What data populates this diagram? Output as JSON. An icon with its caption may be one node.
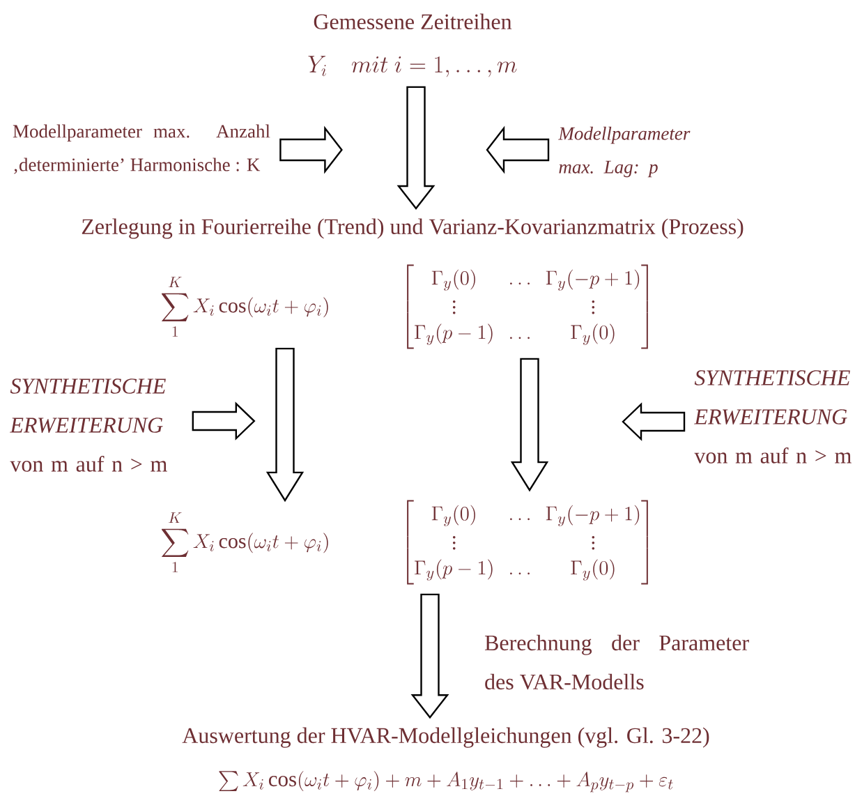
{
  "diagram": {
    "nodes": [
      {
        "text": [
          "Gemessene Zeitreihen",
          "Y_i \\quad mit\\ i = 1,\\ldots,m"
        ]
      },
      {
        "text": [
          "Modellparameter max. Anzahl ‚determinierte’ Harmonische : K"
        ]
      },
      {
        "text": [
          "Modellparameter max. Lag: p"
        ]
      },
      {
        "text": [
          "Zerlegung in Fourierreihe (Trend) und Varianz-Kovarianzmatrix (Prozess)"
        ]
      },
      {
        "text": [
          "\\sum_{1}^{K} X_i \\cos(\\omega_i t + \\varphi_i)"
        ]
      },
      {
        "text": [
          "\\begin{bmatrix} \\Gamma_y(0) & \\ldots & \\Gamma_y(-p+1) \\\\ \\vdots & & \\vdots \\\\ \\Gamma_y(p-1) & \\ldots & \\Gamma_y(0) \\end{bmatrix}"
        ]
      },
      {
        "text": [
          "SYNTHETISCHE ERWEITERUNG",
          "von m auf n > m"
        ]
      },
      {
        "text": [
          "SYNTHETISCHE ERWEITERUNG",
          "von m auf n > m"
        ]
      },
      {
        "text": [
          "\\sum_{1}^{K} X_i \\cos(\\omega_i t + \\varphi_i)"
        ]
      },
      {
        "text": [
          "\\begin{bmatrix} \\Gamma_y(0) & \\ldots & \\Gamma_y(-p+1) \\\\ \\vdots & & \\vdots \\\\ \\Gamma_y(p-1) & \\ldots & \\Gamma_y(0) \\end{bmatrix}"
        ]
      },
      {
        "text": [
          "Auswertung der HVAR-Modellgleichungen (vgl. Gl. 3-22)",
          "\\sum X_i \\cos(\\omega_i t + \\varphi_i) + m + A_1 y_{t-1} + \\ldots + A_p y_{t-p} + \\varepsilon_t"
        ]
      }
    ],
    "edges": [
      {
        "from": 0,
        "to": 3,
        "arrow": "to"
      },
      {
        "from": 1,
        "to": null,
        "arrow": "to"
      },
      {
        "from": 2,
        "to": null,
        "arrow": "to"
      },
      {
        "from": 4,
        "to": 8,
        "arrow": "to"
      },
      {
        "from": 6,
        "to": null,
        "arrow": "to"
      },
      {
        "from": 5,
        "to": 9,
        "arrow": "to"
      },
      {
        "from": 7,
        "to": null,
        "arrow": "to"
      },
      {
        "from": 9,
        "to": 10,
        "arrow": "to",
        "label": "Berechnung der Parameter des VAR-Modells"
      }
    ]
  }
}
